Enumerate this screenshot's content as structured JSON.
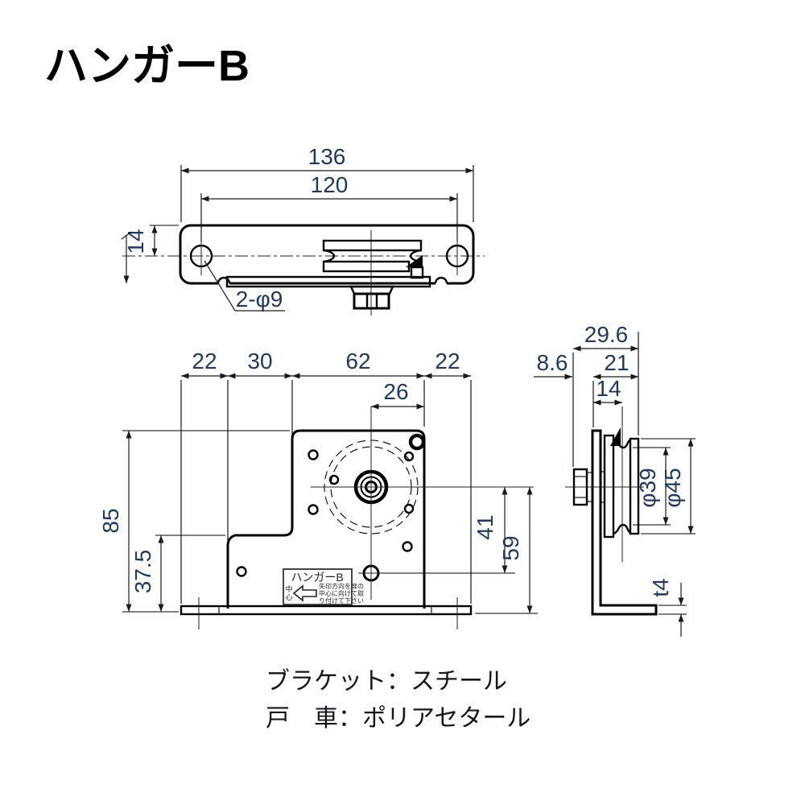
{
  "title": "ハンガーB",
  "drawing": {
    "top_view": {
      "overall_width": "136",
      "hole_pitch": "120",
      "edge_to_center": "14",
      "holes_note": "2-φ9"
    },
    "front_view": {
      "left_foot": "22",
      "left_offset": "30",
      "body_width": "62",
      "right_foot": "22",
      "center_to_edge": "26",
      "overall_height": "85",
      "lower_height": "37.5",
      "center_to_hole": "41",
      "center_to_bottom": "59"
    },
    "side_view": {
      "overall_depth": "29.6",
      "plate_offset": "8.6",
      "bracket_depth": "21",
      "rail_offset": "14",
      "groove_diameter": "φ39",
      "roller_diameter": "φ45",
      "flange_thickness": "t4"
    },
    "label_plate": {
      "title": "ハンガーB",
      "direction_char1": "中",
      "direction_char2": "心",
      "instruction_line1": "矢印方向を扉の",
      "instruction_line2": "中心に向けて取",
      "instruction_line3": "り付けて下さい"
    }
  },
  "notes": {
    "bracket_material": "ブラケット：スチール",
    "roller_material": "戸　車：ポリアセタール"
  }
}
